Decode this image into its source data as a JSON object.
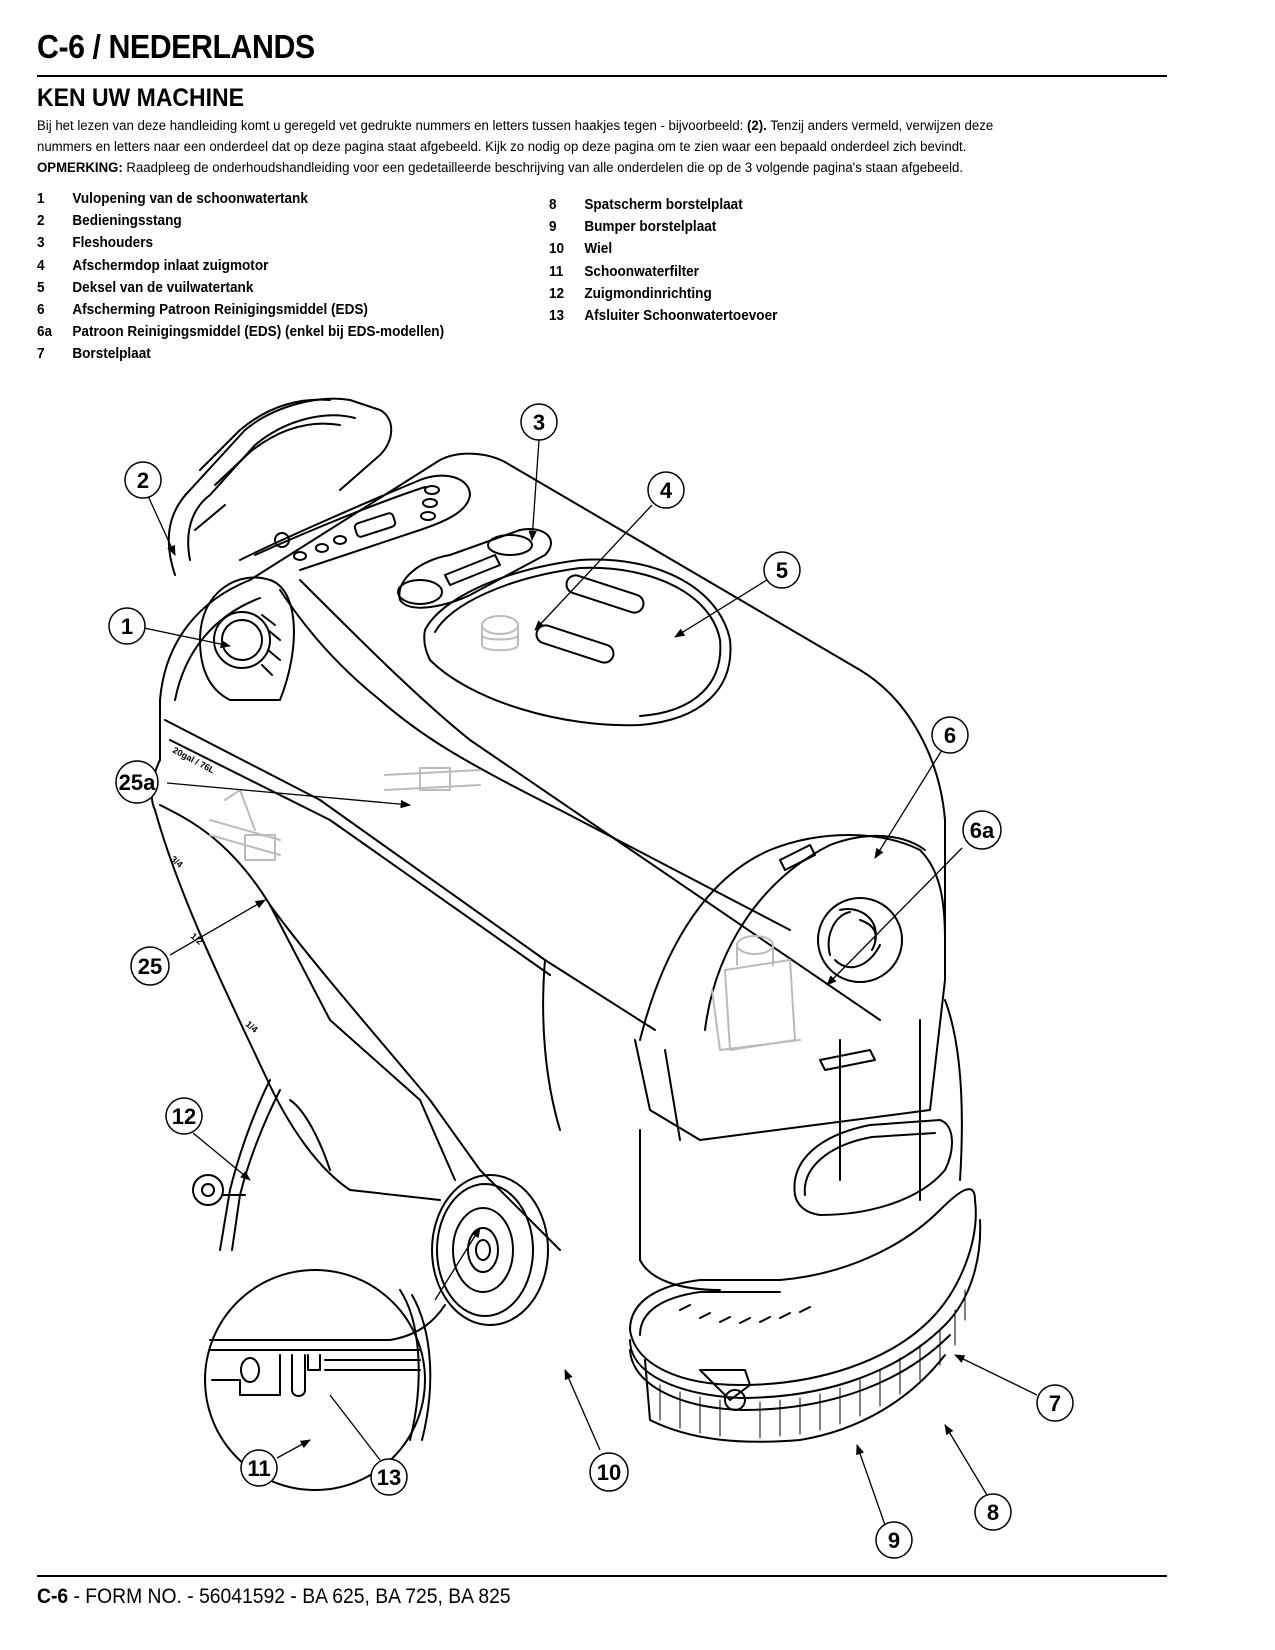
{
  "header": {
    "page_title": "C-6 / NEDERLANDS",
    "section_title": "KEN UW MACHINE"
  },
  "intro": {
    "line1_a": "Bij het lezen van deze handleiding komt u geregeld vet gedrukte nummers en letters tussen haakjes tegen - bijvoorbeeld: ",
    "line1_bold": "(2).",
    "line1_b": "  Tenzij anders vermeld, verwijzen deze",
    "line2": "nummers en letters naar een onderdeel dat op deze pagina staat afgebeeld.  Kijk zo nodig op deze pagina om te zien waar een bepaald onderdeel zich bevindt.",
    "note_label": "OPMERKING:",
    "note_text": "  Raadpleeg de onderhoudshandleiding voor een gedetailleerde beschrijving van alle onderdelen die op de 3 volgende pagina's staan afgebeeld."
  },
  "parts_left": [
    {
      "num": "1",
      "label": "Vulopening van de schoonwatertank"
    },
    {
      "num": "2",
      "label": "Bedieningsstang"
    },
    {
      "num": "3",
      "label": "Fleshouders"
    },
    {
      "num": "4",
      "label": "Afschermdop inlaat zuigmotor"
    },
    {
      "num": "5",
      "label": "Deksel van de vuilwatertank"
    },
    {
      "num": "6",
      "label": "Afscherming Patroon Reinigingsmiddel (EDS)"
    },
    {
      "num": "6a",
      "label": "Patroon Reinigingsmiddel (EDS) (enkel bij EDS-modellen)"
    },
    {
      "num": "7",
      "label": "Borstelplaat"
    }
  ],
  "parts_right": [
    {
      "num": "8",
      "label": "Spatscherm borstelplaat"
    },
    {
      "num": "9",
      "label": "Bumper borstelplaat"
    },
    {
      "num": "10",
      "label": "Wiel"
    },
    {
      "num": "11",
      "label": "Schoonwaterfilter"
    },
    {
      "num": "12",
      "label": "Zuigmondinrichting"
    },
    {
      "num": "13",
      "label": "Afsluiter Schoonwatertoevoer"
    }
  ],
  "diagram": {
    "callouts": [
      "1",
      "2",
      "3",
      "4",
      "5",
      "6",
      "6a",
      "7",
      "8",
      "9",
      "10",
      "11",
      "12",
      "13",
      "25",
      "25a"
    ],
    "tank_markings": {
      "capacity": "20gal / 76L",
      "three_quarter": "3/4",
      "half": "1/2",
      "quarter": "1/4"
    }
  },
  "footer": {
    "page_ref": "C-6",
    "text": " - FORM NO. - 56041592 - BA 625, BA 725, BA 825"
  }
}
